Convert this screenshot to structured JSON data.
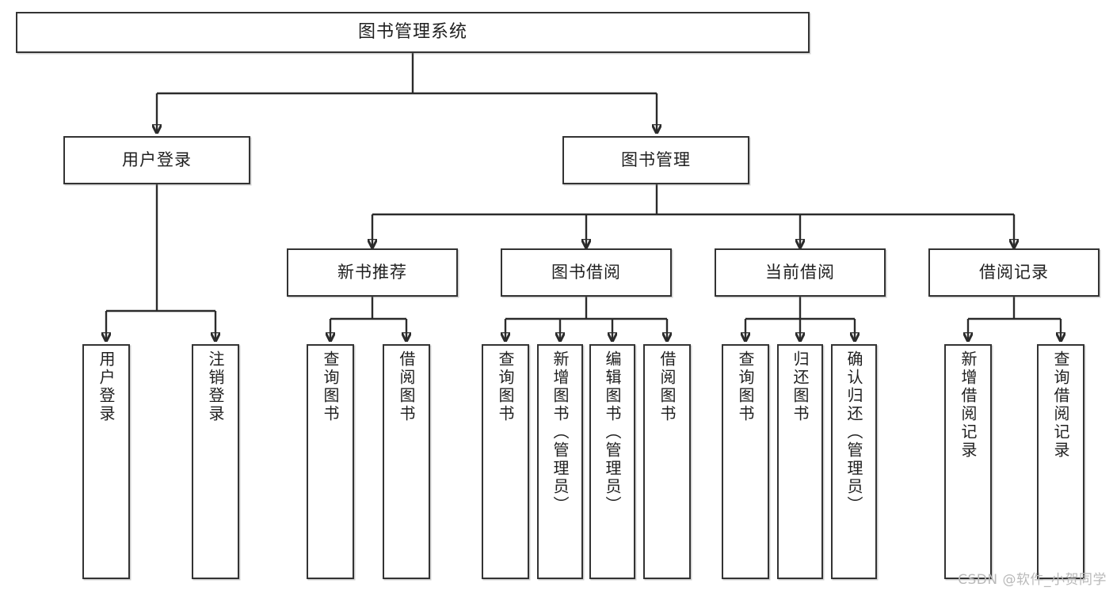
{
  "diagram": {
    "title": "图书管理系统",
    "type": "tree-hierarchy",
    "watermark": "CSDN @软件_小贺同学",
    "colors": {
      "box_border": "#333333",
      "box_fill": "#ffffff",
      "connector": "#2b2b2b",
      "text": "#1f1f1f",
      "watermark": "#b9b9b9"
    }
  },
  "nodes": {
    "root": {
      "label": "图书管理系统"
    },
    "level2": [
      {
        "label": "用户登录"
      },
      {
        "label": "图书管理"
      }
    ],
    "level3": [
      {
        "label": "新书推荐"
      },
      {
        "label": "图书借阅"
      },
      {
        "label": "当前借阅"
      },
      {
        "label": "借阅记录"
      }
    ],
    "leaves": {
      "user_login": [
        {
          "label": "用户登录"
        },
        {
          "label": "注销登录"
        }
      ],
      "new_book_recommend": [
        {
          "label": "查询图书"
        },
        {
          "label": "借阅图书"
        }
      ],
      "book_borrow": [
        {
          "label": "查询图书"
        },
        {
          "label": "新增图书（管理员）"
        },
        {
          "label": "编辑图书（管理员）"
        },
        {
          "label": "借阅图书"
        }
      ],
      "current_borrow": [
        {
          "label": "查询图书"
        },
        {
          "label": "归还图书"
        },
        {
          "label": "确认归还（管理员）"
        }
      ],
      "borrow_record": [
        {
          "label": "新增借阅记录"
        },
        {
          "label": "查询借阅记录"
        }
      ]
    }
  }
}
